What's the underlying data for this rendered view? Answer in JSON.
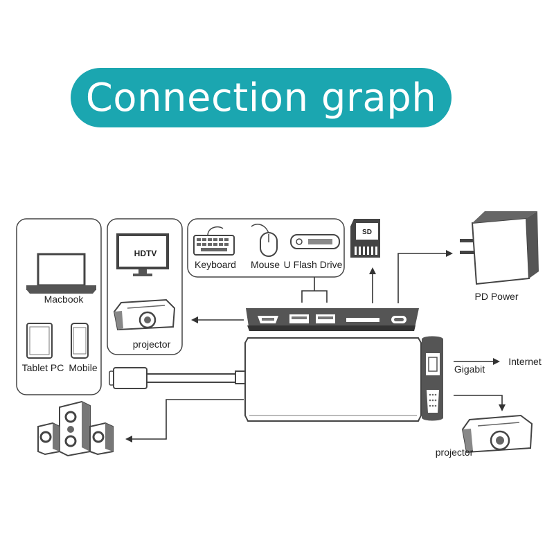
{
  "title": "Connection graph",
  "colors": {
    "accent": "#1ba6b0",
    "line": "#333333",
    "device": "#555555"
  },
  "panels": {
    "computers": {
      "macbook": "Macbook",
      "tablet": "Tablet PC",
      "mobile": "Mobile"
    },
    "display": {
      "hdtv": "HDTV",
      "projector": "projector"
    },
    "peripherals": {
      "keyboard": "Keyboard",
      "mouse": "Mouse",
      "flash": "U Flash Drive"
    }
  },
  "labels": {
    "sd": "SD",
    "pd_power": "PD Power",
    "gigabit": "Gigabit",
    "internet": "Internet",
    "projector_right": "projector"
  },
  "icons": [
    "laptop-icon",
    "tablet-icon",
    "phone-icon",
    "tv-icon",
    "projector-icon",
    "keyboard-icon",
    "mouse-icon",
    "flash-drive-icon",
    "sd-card-icon",
    "power-adapter-icon",
    "speaker-icon",
    "usb-c-hub-icon"
  ]
}
